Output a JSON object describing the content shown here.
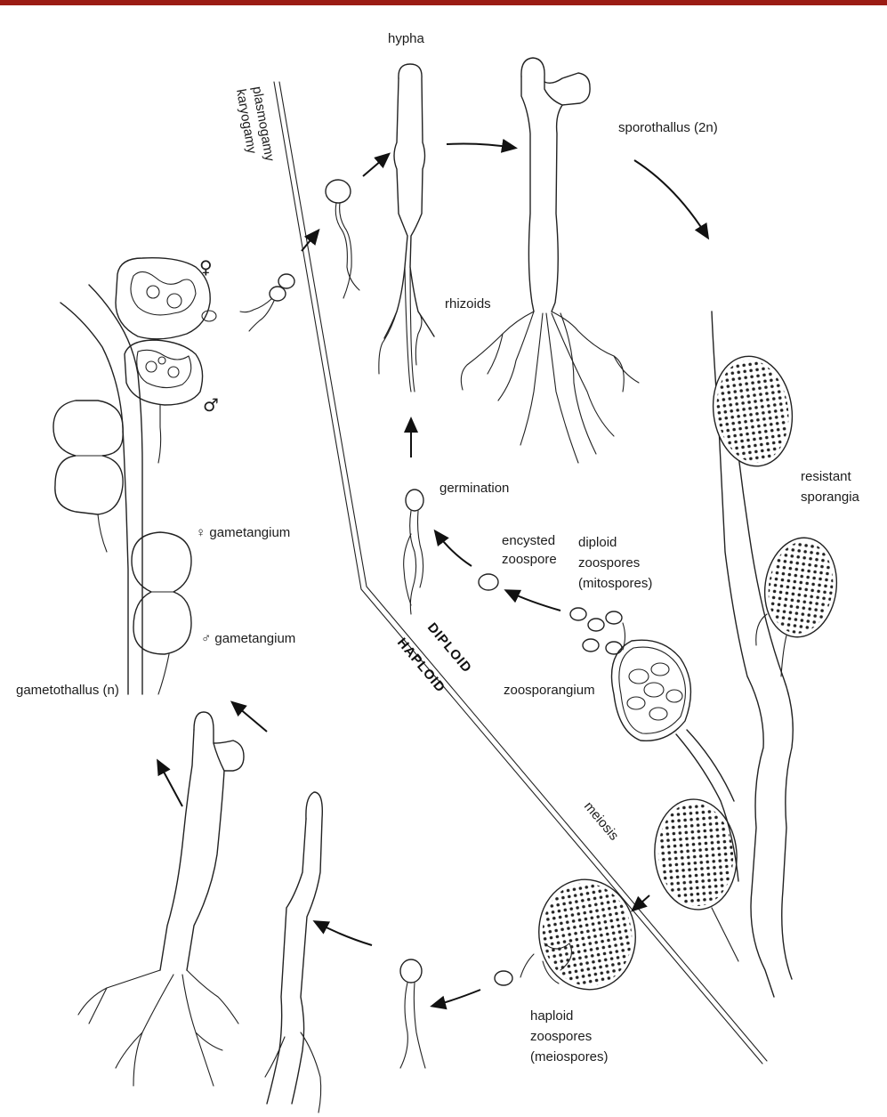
{
  "header_bar_color": "#9b1c14",
  "labels": {
    "hypha": "hypha",
    "plasmogamy": "plasmogamy",
    "karyogamy": "karyogamy",
    "sporothallus": "sporothallus (2n)",
    "rhizoids": "rhizoids",
    "female_symbol": "♀",
    "male_symbol": "♂",
    "germination": "germination",
    "encysted_zoospore_1": "encysted",
    "encysted_zoospore_2": "zoospore",
    "diploid_zoospores_1": "diploid",
    "diploid_zoospores_2": "zoospores",
    "diploid_zoospores_3": "(mitospores)",
    "resistant_sporangia_1": "resistant",
    "resistant_sporangia_2": "sporangia",
    "female_gametangium": "♀ gametangium",
    "male_gametangium": "♂ gametangium",
    "diploid": "DIPLOID",
    "haploid": "HAPLOID",
    "zoosporangium": "zoosporangium",
    "meiosis": "meiosis",
    "gametothallus": "gametothallus (n)",
    "haploid_zoospores_1": "haploid",
    "haploid_zoospores_2": "zoospores",
    "haploid_zoospores_3": "(meiospores)"
  }
}
